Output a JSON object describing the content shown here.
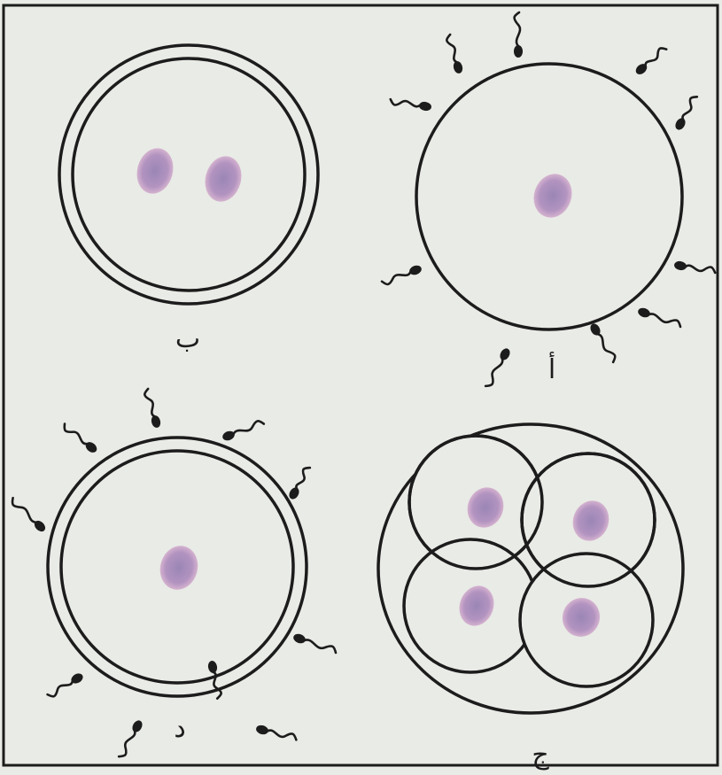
{
  "diagram": {
    "colors": {
      "background": "#e9ebe6",
      "ink": "#1c1c1c",
      "nucleus": "#a78fb6",
      "nucleus_edge": "#c7a7c9"
    },
    "panels": [
      {
        "id": "a",
        "label": "أ",
        "description_icon": "egg-with-sperm-icon"
      },
      {
        "id": "b",
        "label": "ب",
        "description_icon": "fertilized-egg-two-nuclei-icon"
      },
      {
        "id": "c",
        "label": "ج",
        "description_icon": "four-cell-stage-icon"
      },
      {
        "id": "d",
        "label": "د",
        "description_icon": "sperm-entering-egg-icon"
      }
    ]
  }
}
